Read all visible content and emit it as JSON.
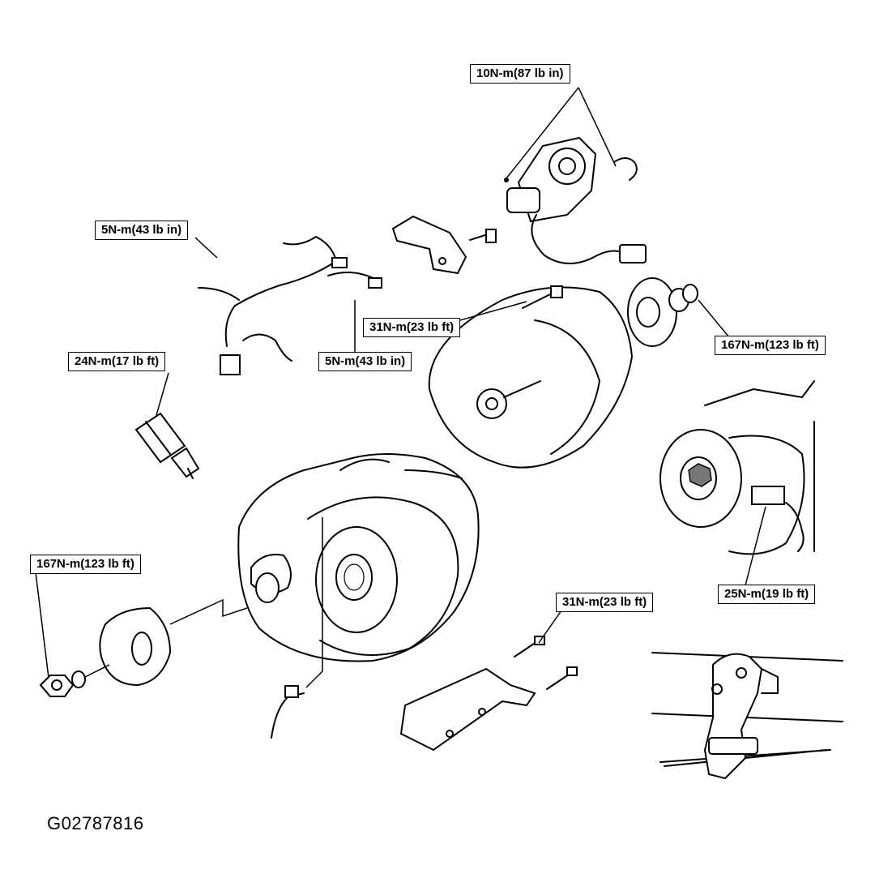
{
  "labels": {
    "motor_bolts": "10N-m(87 lb in)",
    "harness_bolt_upper": "5N-m(43 lb in)",
    "harness_bolt_lower": "5N-m(43 lb in)",
    "case_bolt": "31N-m(23 lb ft)",
    "rear_flange_nut": "167N-m(123 lb ft)",
    "pressure_switch": "24N-m(17 lb ft)",
    "front_flange_nut": "167N-m(123 lb ft)",
    "bracket_bolts": "31N-m(23 lb ft)",
    "vehicle_sensor": "25N-m(19 lb ft)"
  },
  "figure_id": "G02787816",
  "colors": {
    "ink": "#000000",
    "paper": "#ffffff"
  }
}
